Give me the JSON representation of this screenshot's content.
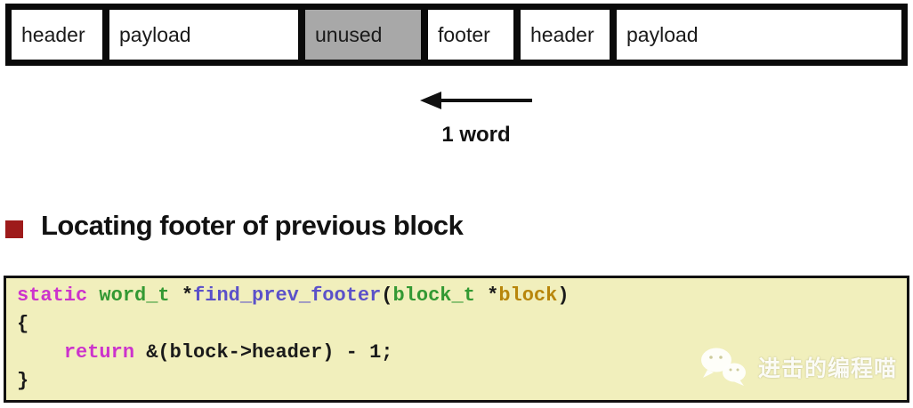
{
  "slide": {
    "heading": "Locating footer of previous block",
    "bullet_color": "#9e1b1b",
    "background_color": "#ffffff"
  },
  "diagram": {
    "cells": [
      {
        "label": "header",
        "shaded": false
      },
      {
        "label": "payload",
        "shaded": false
      },
      {
        "label": "unused",
        "shaded": true
      },
      {
        "label": "footer",
        "shaded": false
      },
      {
        "label": "header",
        "shaded": false
      },
      {
        "label": "payload",
        "shaded": false
      }
    ],
    "shaded_color": "#a8a8a8",
    "border_color": "#0a0a0a",
    "arrow_direction": "left",
    "arrow_label": "1 word"
  },
  "code": {
    "background": "#f1efbc",
    "border_color": "#111111",
    "token_colors": {
      "keyword": "#cc33cc",
      "type": "#339933",
      "function": "#5b51c9",
      "parameter": "#b8860b",
      "plain": "#1a1a1a"
    },
    "lines": [
      [
        {
          "t": "static",
          "c": "keyword"
        },
        {
          "t": " ",
          "c": "plain"
        },
        {
          "t": "word_t",
          "c": "type"
        },
        {
          "t": " *",
          "c": "plain"
        },
        {
          "t": "find_prev_footer",
          "c": "function"
        },
        {
          "t": "(",
          "c": "plain"
        },
        {
          "t": "block_t",
          "c": "type"
        },
        {
          "t": " *",
          "c": "plain"
        },
        {
          "t": "block",
          "c": "parameter"
        },
        {
          "t": ")",
          "c": "plain"
        }
      ],
      [
        {
          "t": "{",
          "c": "plain"
        }
      ],
      [
        {
          "t": "    ",
          "c": "plain"
        },
        {
          "t": "return",
          "c": "keyword"
        },
        {
          "t": " &(block->header) - 1;",
          "c": "plain"
        }
      ],
      [
        {
          "t": "}",
          "c": "plain"
        }
      ]
    ]
  },
  "watermark": {
    "text": "进击的编程喵",
    "icon": "wechat-chat-bubbles-icon"
  }
}
